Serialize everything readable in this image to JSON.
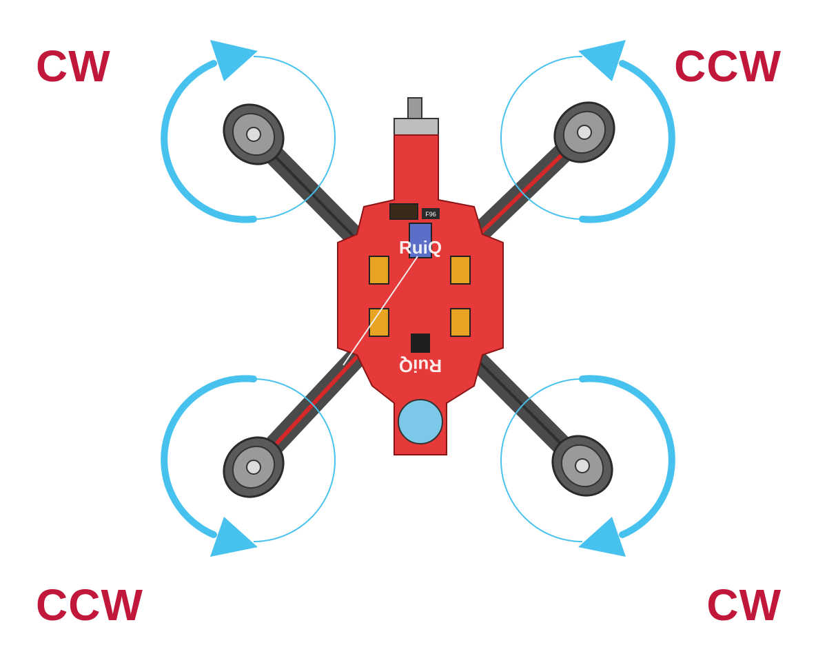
{
  "colors": {
    "rotation_arrow": "#47c2ee",
    "label": "#c0173a",
    "pcb": "#e5393a",
    "arm": "#4a4a4a",
    "arm_stripe": "#d62828",
    "motor": "#5a5a5a",
    "sensor_disc": "#7cc8e8"
  },
  "rotors": [
    {
      "position": "top-left",
      "direction": "CW"
    },
    {
      "position": "top-right",
      "direction": "CCW"
    },
    {
      "position": "bottom-left",
      "direction": "CCW"
    },
    {
      "position": "bottom-right",
      "direction": "CW"
    }
  ],
  "board": {
    "logo_top": "RuiQ",
    "logo_bottom": "RuiQ",
    "chip_label": "F96"
  }
}
